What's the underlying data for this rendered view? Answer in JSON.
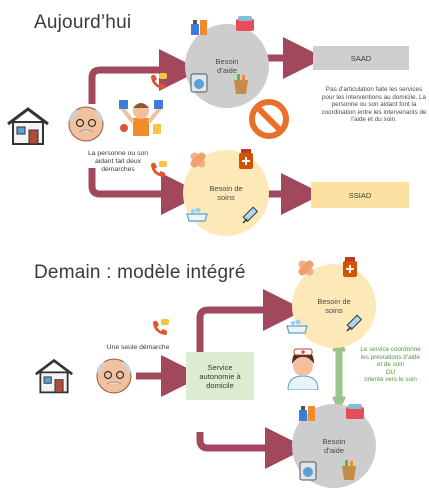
{
  "today": {
    "title": "Aujourd’hui",
    "person_label": "La personne ou son aidant fait deux démarches",
    "need_help_label": "Besoin d’aide",
    "need_care_label": "Besoin de soins",
    "saad_label": "SAAD",
    "ssiad_label": "SSIAD",
    "note": "Pas d’articulation faite les services pour les interventions au domicile. La personne ou son aidant font la coordination entre les intervenants de l’aide et du soin."
  },
  "tomorrow": {
    "title": "Demain : modèle intégré",
    "single_step_label": "Une seule démarche",
    "service_label": "Service autonomie à domicile",
    "need_care_label": "Besoin de soins",
    "need_help_label": "Besoin d’aide",
    "green_note_line1": "Le service coordonne",
    "green_note_line2": "les prestations d’aide",
    "green_note_line3": "et de soin",
    "green_note_line4": "OU",
    "green_note_line5": "oriente vers le soin"
  },
  "colors": {
    "arrow": "#a2485c",
    "help_circle": "#cdcdcd",
    "care_circle": "#fde8b8",
    "saad_box": "#cfcfcf",
    "ssiad_box": "#fbe2a2",
    "service_box": "#dcebd1",
    "green_arrow": "#9bc48a",
    "no_sign": "#e8702a"
  },
  "icons": [
    "house-icon",
    "elderly-person-icon",
    "phone-icon",
    "stressed-caregiver-icon",
    "no-entry-icon",
    "bandage-icon",
    "medicine-bottle-icon",
    "syringe-icon",
    "bathtub-icon",
    "cleaning-supplies-icon",
    "washing-machine-icon",
    "groceries-icon",
    "food-icon",
    "nurse-icon"
  ]
}
